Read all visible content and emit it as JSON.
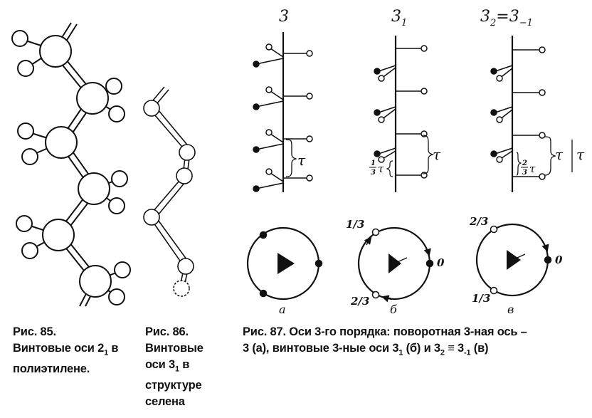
{
  "fig85": {
    "label": "Рис. 85.",
    "line1_pre": "Винтовые оси 2",
    "line1_sub": "1",
    "line1_post": " в",
    "line2": "полиэтилене."
  },
  "fig86": {
    "label": "Рис. 86.",
    "line1": "Винтовые",
    "line2_pre": "оси 3",
    "line2_sub": "1",
    "line2_post": " в",
    "line3": "структуре",
    "line4": "селена"
  },
  "fig87": {
    "line1": "Рис. 87. Оси 3-го порядка: поворотная 3-ная ось –",
    "line2_a": "3 (а), винтовые 3-ные оси 3",
    "line2_sub1": "1",
    "line2_b": " (б) и 3",
    "line2_sub2": "2",
    "line2_c": " ≡ 3",
    "line2_sub3": "-1",
    "line2_d": " (в)",
    "headings": {
      "h1": "3",
      "h2_main": "3",
      "h2_sub": "1",
      "h3_main": "3",
      "h3_sub": "2",
      "h3_eq": "=3",
      "h3_sub2": "−1"
    },
    "tau": "τ",
    "frac_third_num": "1",
    "frac_third_den": "3",
    "frac_two_third_num": "2",
    "frac_two_third_den": "3",
    "circle_labels": {
      "zero": "0",
      "one_third": "1/3",
      "two_third": "2/3",
      "a": "а",
      "b": "б",
      "v": "в"
    }
  }
}
